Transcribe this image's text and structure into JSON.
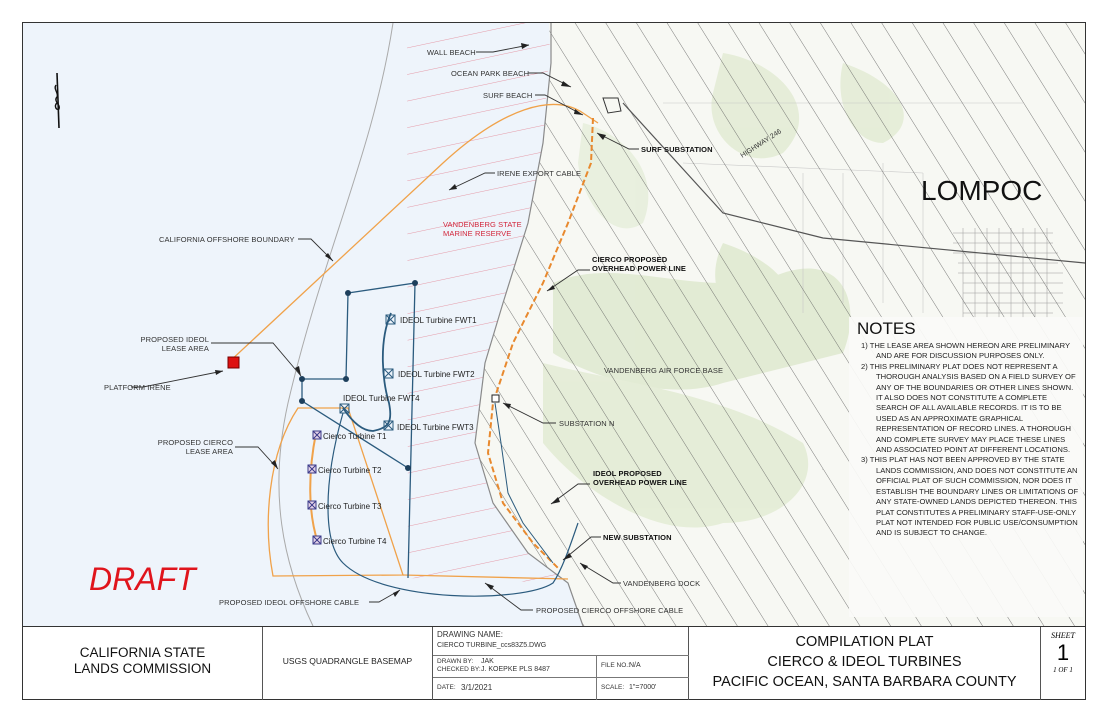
{
  "map": {
    "place_labels": {
      "lompoc": "LOMPOC",
      "marine_reserve": [
        "VANDENBERG STATE",
        "MARINE RESERVE"
      ],
      "air_force_base": "VANDENBERG AIR FORCE BASE",
      "highway": "HIGHWAY 246"
    },
    "callouts": {
      "wall_beach": "WALL BEACH",
      "ocean_park_beach": "OCEAN PARK BEACH",
      "surf_beach": "SURF BEACH",
      "surf_substation": "SURF SUBSTATION",
      "irene_export_cable": "IRENE EXPORT CABLE",
      "ca_offshore_boundary": "CALIFORNIA OFFSHORE BOUNDARY",
      "cierco_overhead": [
        "CIERCO PROPOSED",
        "OVERHEAD POWER LINE"
      ],
      "ideol_lease": [
        "PROPOSED IDEOL",
        "LEASE AREA"
      ],
      "platform_irene": "PLATFORM IRENE",
      "cierco_lease": [
        "PROPOSED CIERCO",
        "LEASE AREA"
      ],
      "substation_n": "SUBSTATION N",
      "ideol_overhead": [
        "IDEOL PROPOSED",
        "OVERHEAD POWER LINE"
      ],
      "new_substation": "NEW SUBSTATION",
      "vandenberg_dock": "VANDENBERG DOCK",
      "ideol_offshore_cable": "PROPOSED IDEOL OFFSHORE CABLE",
      "cierco_offshore_cable": "PROPOSED CIERCO OFFSHORE CABLE"
    },
    "turbines": {
      "fwt1": "IDEOL Turbine FWT1",
      "fwt2": "IDEOL Turbine FWT2",
      "fwt3": "IDEOL Turbine FWT3",
      "fwt4": "IDEOL Turbine FWT4",
      "t1": "Cierco Turbine T1",
      "t2": "Cierco Turbine T2",
      "t3": "Cierco Turbine T3",
      "t4": "Cierco Turbine T4"
    },
    "watermark": "DRAFT",
    "colors": {
      "ocean": "#eef4fb",
      "land": "#f7f8f3",
      "vegetation": "#dfe9cf",
      "reserve_hatch": "#e59aa8",
      "land_hatch": "#555555",
      "cierco_orange": "#f0a24a",
      "ideol_blue": "#2b5b7e",
      "draft_red": "#e0141c"
    }
  },
  "notes": {
    "title": "NOTES",
    "items": [
      "1) THE LEASE AREA SHOWN HEREON ARE PRELIMINARY AND ARE FOR DISCUSSION PURPOSES ONLY.",
      "2) THIS PRELIMINARY PLAT DOES NOT REPRESENT A THOROUGH ANALYSIS BASED ON A FIELD SURVEY OF ANY OF THE BOUNDARIES OR OTHER LINES SHOWN. IT ALSO DOES NOT CONSTITUTE A COMPLETE SEARCH OF ALL AVAILABLE RECORDS. IT IS TO BE USED AS AN APPROXIMATE GRAPHICAL REPRESENTATION OF RECORD LINES. A THOROUGH AND COMPLETE SURVEY MAY PLACE THESE LINES AND ASSOCIATED POINT AT DIFFERENT LOCATIONS.",
      "3) THIS PLAT HAS NOT BEEN APPROVED BY THE STATE LANDS COMMISSION, AND DOES NOT CONSTITUTE AN OFFICIAL PLAT OF SUCH COMMISSION, NOR DOES IT ESTABLISH THE BOUNDARY LINES OR LIMITATIONS OF ANY STATE-OWNED LANDS DEPICTED THEREON. THIS PLAT CONSTITUTES A PRELIMINARY STAFF-USE-ONLY PLAT NOT INTENDED FOR PUBLIC USE/CONSUMPTION AND IS SUBJECT TO CHANGE."
    ]
  },
  "title_block": {
    "agency": [
      "CALIFORNIA STATE",
      "LANDS COMMISSION"
    ],
    "basemap": "USGS QUADRANGLE BASEMAP",
    "drawing_name_label": "DRAWING NAME:",
    "drawing_name": "CIERCO TURBINE_ccs83Z5.DWG",
    "drawn_by_label": "DRAWN BY:",
    "drawn_by": "JAK",
    "checked_by_label": "CHECKED BY:",
    "checked_by": "J. KOEPKE PLS 8487",
    "file_no_label": "FILE NO.:",
    "file_no": "N/A",
    "date_label": "DATE:",
    "date": "3/1/2021",
    "scale_label": "SCALE:",
    "scale": "1\"=7000'",
    "title": [
      "COMPILATION PLAT",
      "CIERCO & IDEOL TURBINES",
      "PACIFIC OCEAN, SANTA BARBARA COUNTY"
    ],
    "sheet_label": "SHEET",
    "sheet_number": "1",
    "sheet_of": "1 OF 1"
  }
}
